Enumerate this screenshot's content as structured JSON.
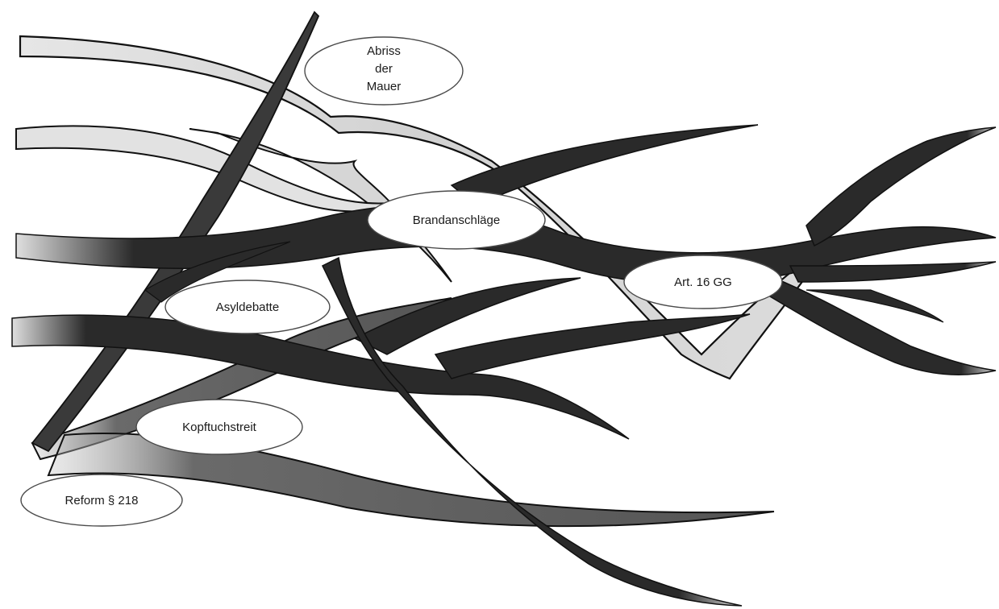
{
  "diagram": {
    "nodes": [
      {
        "id": "abriss",
        "lines": [
          "Abriss",
          "der",
          "Mauer"
        ]
      },
      {
        "id": "brandanschlaege",
        "lines": [
          "Brandanschläge"
        ]
      },
      {
        "id": "art16",
        "lines": [
          "Art. 16 GG"
        ]
      },
      {
        "id": "asyldebatte",
        "lines": [
          "Asyldebatte"
        ]
      },
      {
        "id": "kopftuchstreit",
        "lines": [
          "Kopftuchstreit"
        ]
      },
      {
        "id": "reform218",
        "lines": [
          "Reform § 218"
        ]
      }
    ],
    "colors": {
      "dark_branch": "#2a2a2a",
      "light_branch": "#d9d9d9",
      "outline": "#111111",
      "background": "#ffffff"
    }
  }
}
